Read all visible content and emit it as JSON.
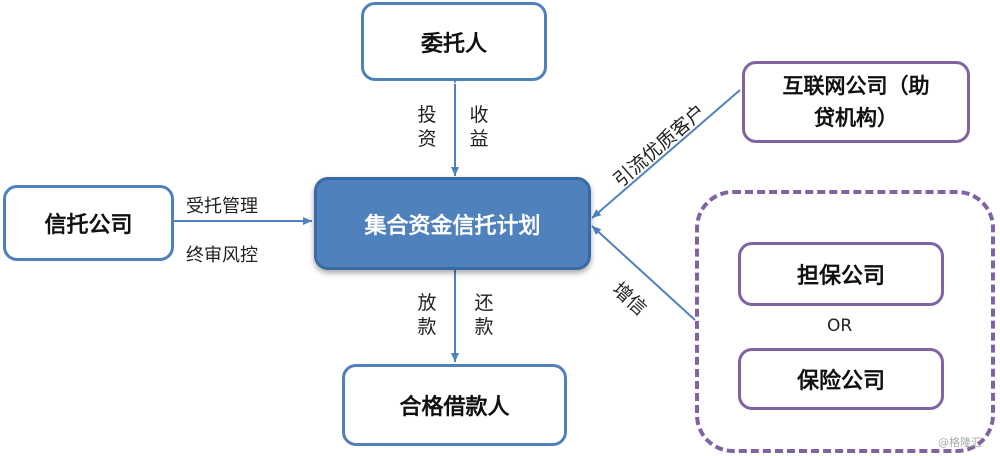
{
  "nodes": {
    "weituoren": "委托人",
    "trust_company": "信托公司",
    "center_plan": "集合资金信托计划",
    "internet_company": "互联网公司（助贷机构）",
    "borrower": "合格借款人",
    "guarantee_company": "担保公司",
    "or": "OR",
    "insurance_company": "保险公司"
  },
  "edge_labels": {
    "invest": "投资",
    "income": "收益",
    "trust_manage": "受托管理",
    "final_review": "终审风控",
    "referral": "引流优质客户",
    "credit_enhance": "增信",
    "lend": "放款",
    "repay": "还款"
  },
  "watermark": "@格隆汇",
  "colors": {
    "blue": "#4f81bd",
    "purple": "#8064a2",
    "center_fill": "#4f81bd"
  }
}
